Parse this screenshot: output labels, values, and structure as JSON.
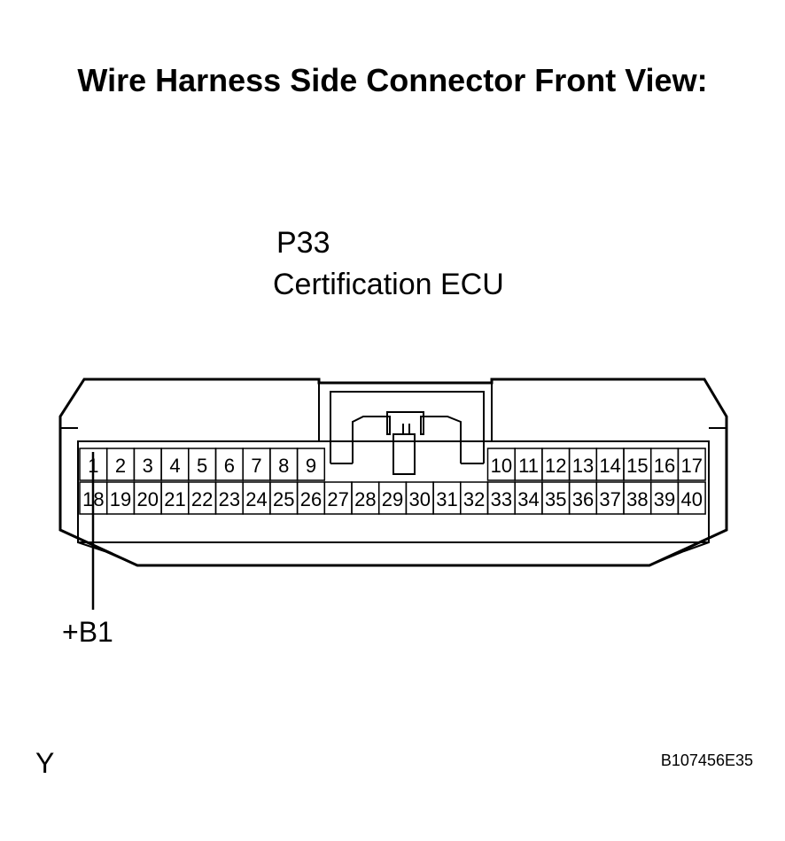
{
  "title": "Wire Harness Side Connector Front View:",
  "connector": {
    "code": "P33",
    "name": "Certification ECU",
    "top_row": [
      "1",
      "2",
      "3",
      "4",
      "5",
      "6",
      "7",
      "8",
      "9",
      "10",
      "11",
      "12",
      "13",
      "14",
      "15",
      "16",
      "17"
    ],
    "bottom_row": [
      "18",
      "19",
      "20",
      "21",
      "22",
      "23",
      "24",
      "25",
      "26",
      "27",
      "28",
      "29",
      "30",
      "31",
      "32",
      "33",
      "34",
      "35",
      "36",
      "37",
      "38",
      "39",
      "40"
    ]
  },
  "wire": {
    "pin": "1",
    "label": "+B1"
  },
  "corner_letter": "Y",
  "figure_id": "B107456E35"
}
